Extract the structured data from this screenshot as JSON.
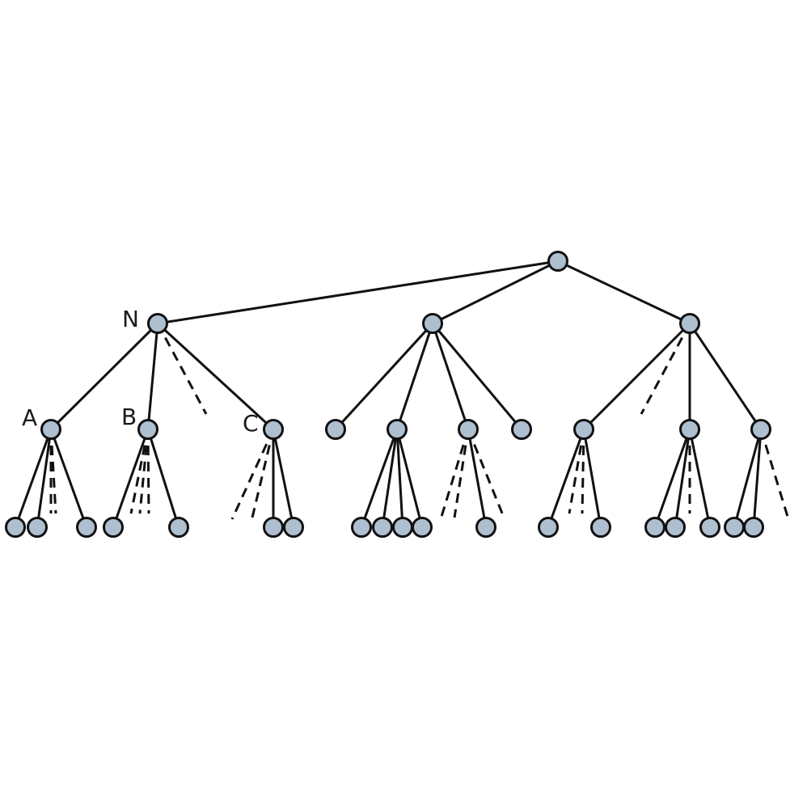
{
  "diagram": {
    "node_fill": "#aebfd0",
    "edge_color": "#111111",
    "label_color": "#1a1a1a",
    "labels": {
      "n": "N",
      "a": "A",
      "b": "B",
      "c": "C"
    }
  }
}
